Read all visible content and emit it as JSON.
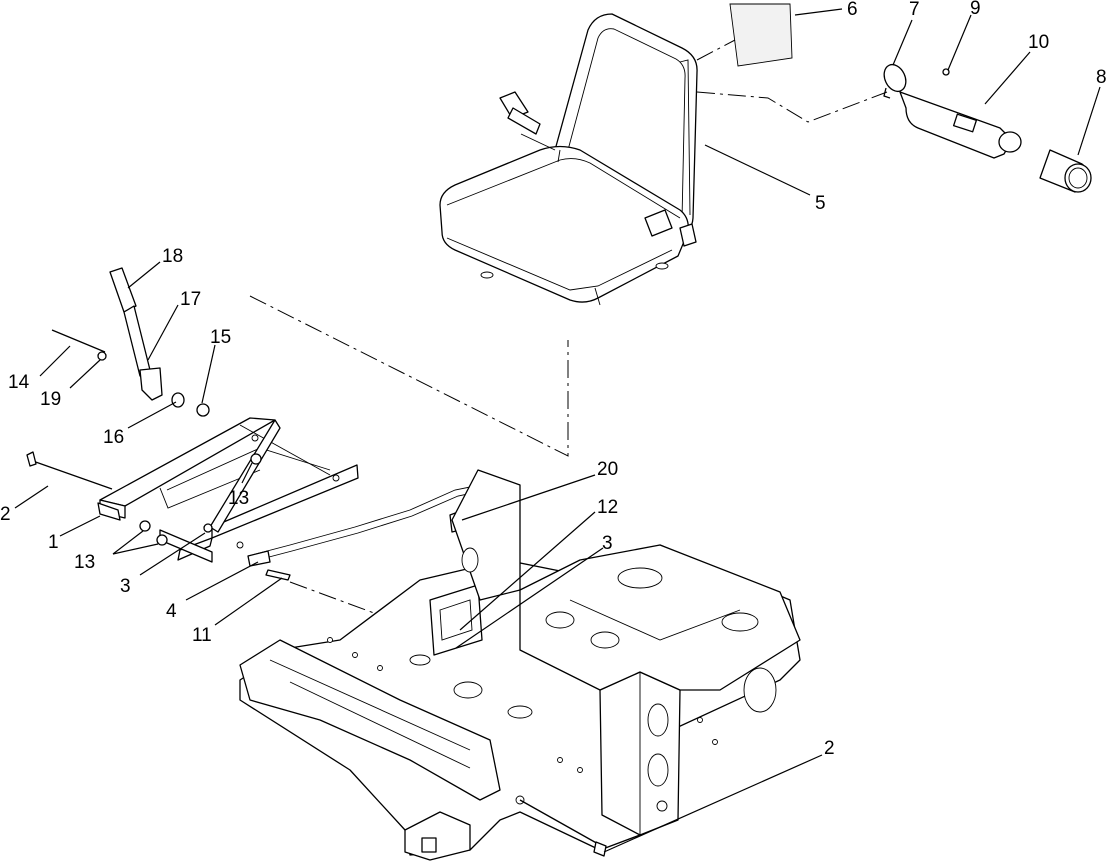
{
  "callouts": [
    {
      "id": "c1",
      "label": "1"
    },
    {
      "id": "c2a",
      "label": "2"
    },
    {
      "id": "c2b",
      "label": "2"
    },
    {
      "id": "c3a",
      "label": "3"
    },
    {
      "id": "c3b",
      "label": "3"
    },
    {
      "id": "c4",
      "label": "4"
    },
    {
      "id": "c5",
      "label": "5"
    },
    {
      "id": "c6",
      "label": "6"
    },
    {
      "id": "c7",
      "label": "7"
    },
    {
      "id": "c8",
      "label": "8"
    },
    {
      "id": "c9",
      "label": "9"
    },
    {
      "id": "c10",
      "label": "10"
    },
    {
      "id": "c11",
      "label": "11"
    },
    {
      "id": "c12",
      "label": "12"
    },
    {
      "id": "c13a",
      "label": "13"
    },
    {
      "id": "c13b",
      "label": "13"
    },
    {
      "id": "c14",
      "label": "14"
    },
    {
      "id": "c15",
      "label": "15"
    },
    {
      "id": "c16",
      "label": "16"
    },
    {
      "id": "c17",
      "label": "17"
    },
    {
      "id": "c18",
      "label": "18"
    },
    {
      "id": "c19",
      "label": "19"
    },
    {
      "id": "c20",
      "label": "20"
    }
  ]
}
